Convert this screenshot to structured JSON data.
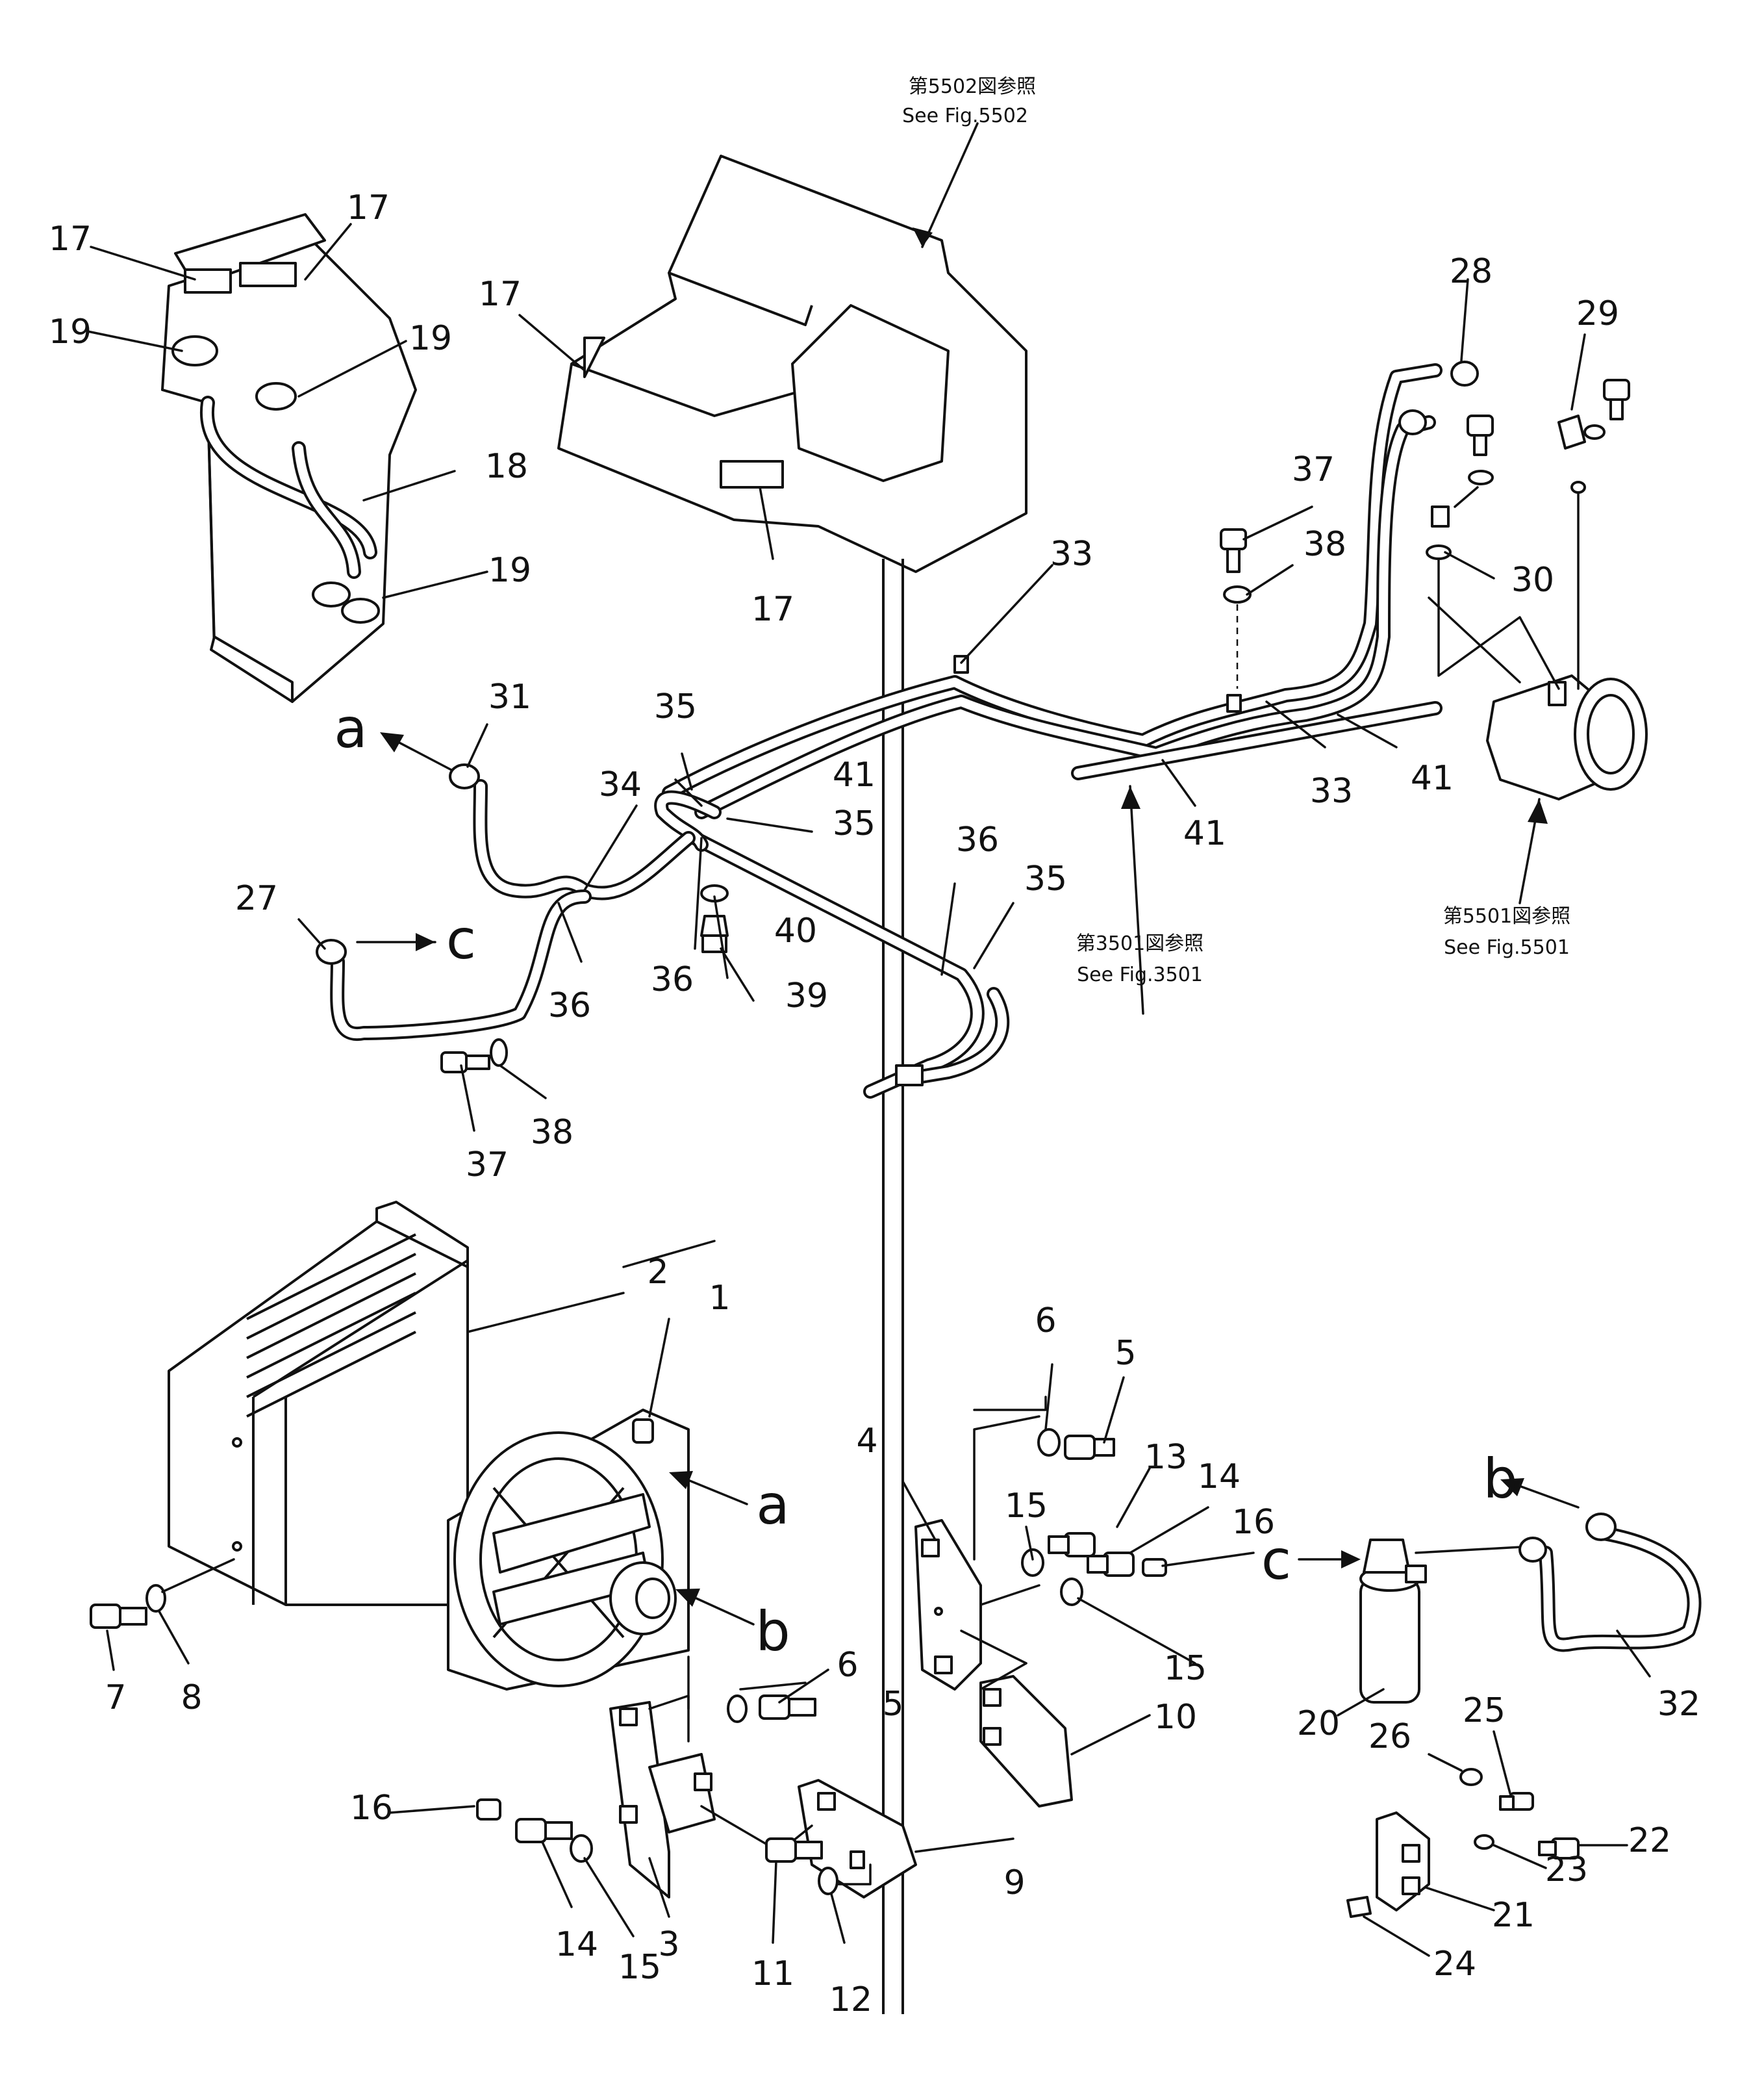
{
  "references": {
    "fig5502_jp": "第5502図参照",
    "fig5502_en": "See  Fig.5502",
    "fig3501_jp": "第3501図参照",
    "fig3501_en": "See  Fig.3501",
    "fig5501_jp": "第5501図参照",
    "fig5501_en": "See  Fig.5501"
  },
  "connection_letters": {
    "a_top": "a",
    "c_left": "c",
    "a_condenser": "a",
    "b_condenser": "b",
    "b_right": "b",
    "c_right": "c"
  },
  "callouts": {
    "c17_a": "17",
    "c17_b": "17",
    "c17_c": "17",
    "c17_d": "17",
    "c19_a": "19",
    "c19_b": "19",
    "c19_c": "19",
    "c18": "18",
    "c28": "28",
    "c29": "29",
    "c30": "30",
    "c37_a": "37",
    "c38_a": "38",
    "c33_a": "33",
    "c33_b": "33",
    "c41_a": "41",
    "c41_b": "41",
    "c41_c": "41",
    "c35_a": "35",
    "c35_b": "35",
    "c35_c": "35",
    "c34": "34",
    "c31": "31",
    "c27": "27",
    "c36_a": "36",
    "c36_b": "36",
    "c36_c": "36",
    "c40": "40",
    "c39": "39",
    "c37_b": "37",
    "c38_b": "38",
    "c2": "2",
    "c1": "1",
    "c6_a": "6",
    "c5_a": "5",
    "c4": "4",
    "c13": "13",
    "c14_a": "14",
    "c15_a": "15",
    "c16_a": "16",
    "c15_b": "15",
    "c10": "10",
    "c6_b": "6",
    "c5_b": "5",
    "c7": "7",
    "c8": "8",
    "c9": "9",
    "c3": "3",
    "c16_b": "16",
    "c14_b": "14",
    "c15_c": "15",
    "c11": "11",
    "c12": "12",
    "c20": "20",
    "c32": "32",
    "c25": "25",
    "c26": "26",
    "c22": "22",
    "c23": "23",
    "c21": "21",
    "c24": "24"
  }
}
